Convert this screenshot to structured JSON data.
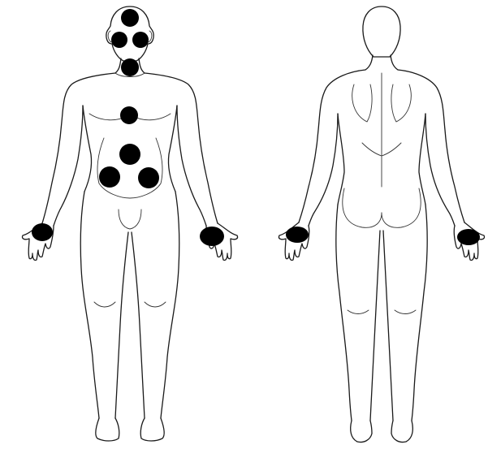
{
  "diagram": {
    "views": [
      {
        "id": "front",
        "name": "anterior-view"
      },
      {
        "id": "back",
        "name": "posterior-view"
      }
    ],
    "marker_color": "#000000",
    "outline_color": "#1a1a1a",
    "markers": [
      {
        "view": "front",
        "site": "crown-of-head"
      },
      {
        "view": "front",
        "site": "right-eye"
      },
      {
        "view": "front",
        "site": "left-eye"
      },
      {
        "view": "front",
        "site": "throat"
      },
      {
        "view": "front",
        "site": "sternum"
      },
      {
        "view": "front",
        "site": "upper-abdomen"
      },
      {
        "view": "front",
        "site": "right-lower-abdomen"
      },
      {
        "view": "front",
        "site": "left-lower-abdomen"
      },
      {
        "view": "front",
        "site": "right-palm"
      },
      {
        "view": "front",
        "site": "left-palm"
      },
      {
        "view": "back",
        "site": "left-hand"
      },
      {
        "view": "back",
        "site": "right-hand"
      }
    ]
  }
}
